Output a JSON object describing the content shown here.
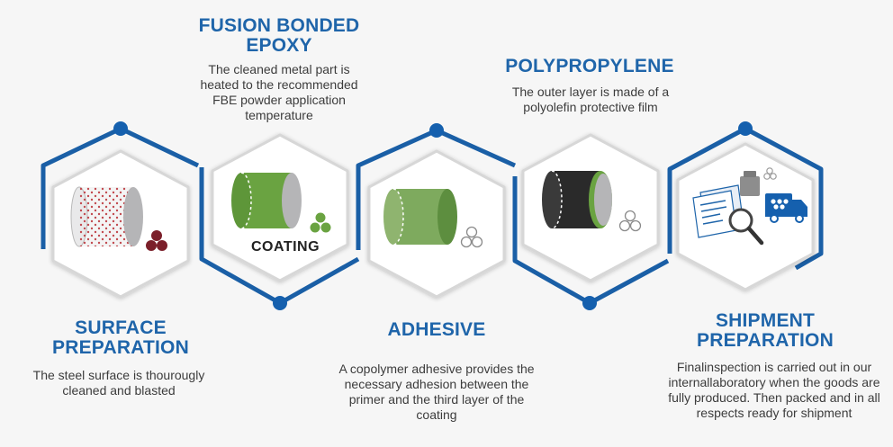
{
  "steps": [
    {
      "title_line1": "SURFACE",
      "title_line2": "PREPARATION",
      "description": "The steel surface is thourougly cleaned and blasted"
    },
    {
      "title_line1": "FUSION BONDED",
      "title_line2": "EPOXY",
      "description": "The cleaned metal part is heated to the recommended FBE powder application temperature",
      "badge": "COATING"
    },
    {
      "title_line1": "ADHESIVE",
      "title_line2": "",
      "description": "A copolymer adhesive provides the necessary adhesion between the primer and the third layer of the coating"
    },
    {
      "title_line1": "POLYPROPYLENE",
      "title_line2": "",
      "description": "The outer layer is made of a polyolefin protective film"
    },
    {
      "title_line1": "SHIPMENT",
      "title_line2": "PREPARATION",
      "description": "Finalinspection is carried out in our internallaboratory when the goods are fully produced. Then packed and in all respects ready for shipment"
    }
  ],
  "colors": {
    "title_blue": "#1f65aa",
    "outline_blue": "#1a5fa6",
    "dot_blue": "#1560ae",
    "fbe_green": "#6aa341",
    "adhesive_green": "#7eaa5e",
    "blast_red": "#c24a4f",
    "pellet_maroon": "#7b1f2a",
    "pipe_black": "#2a2a2a",
    "pipe_grey": "#b5b5b7"
  },
  "icons": [
    "blasted-pipe-icon",
    "fbe-coated-pipe-icon",
    "adhesive-pipe-icon",
    "polypropylene-pipe-icon",
    "inspection-shipment-icon"
  ]
}
